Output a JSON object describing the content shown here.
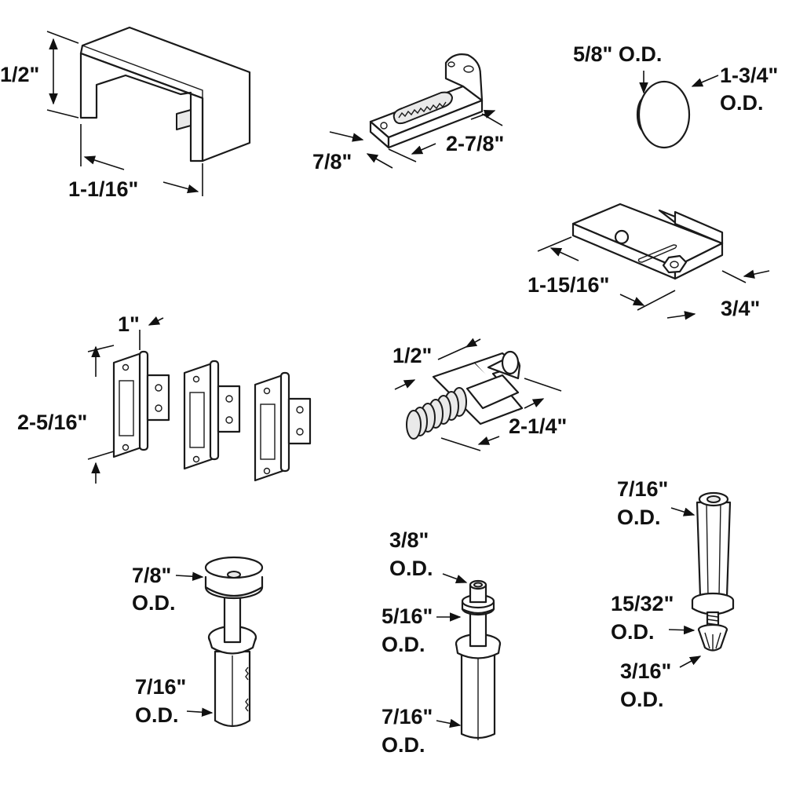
{
  "track": {
    "height_label": "1/2\"",
    "width_label": "1-1/16\""
  },
  "bracket": {
    "width_label": "7/8\"",
    "length_label": "2-7/8\""
  },
  "knob": {
    "small_od_label": "5/8\" O.D.",
    "large_od_value": "1-3/4\"",
    "large_od_unit": "O.D."
  },
  "jamb_bracket": {
    "length_label": "1-15/16\"",
    "width_label": "3/4\""
  },
  "hinges": {
    "width_label": "1\"",
    "height_label": "2-5/16\""
  },
  "spring_guide": {
    "diameter_label": "1/2\"",
    "length_label": "2-1/4\""
  },
  "wheel_pivot": {
    "top_od_value": "7/8\"",
    "top_od_unit": "O.D.",
    "shaft_od_value": "7/16\"",
    "shaft_od_unit": "O.D."
  },
  "bottom_pivot": {
    "tip_od_value": "3/8\"",
    "tip_od_unit": "O.D.",
    "mid_od_value": "5/16\"",
    "mid_od_unit": "O.D.",
    "shaft_od_value": "7/16\"",
    "shaft_od_unit": "O.D."
  },
  "top_pivot": {
    "shaft_od_value": "7/16\"",
    "shaft_od_unit": "O.D.",
    "collar_od_value": "15/32\"",
    "collar_od_unit": "O.D.",
    "tip_od_value": "3/16\"",
    "tip_od_unit": "O.D."
  }
}
